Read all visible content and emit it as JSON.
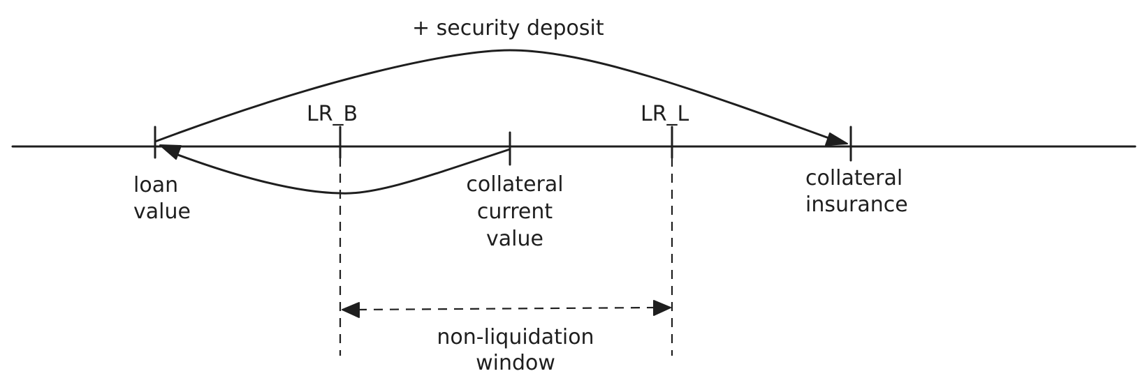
{
  "labels": {
    "security_deposit": "+ security deposit",
    "lr_b": "LR_B",
    "lr_l": "LR_L",
    "loan_value": [
      "loan",
      "value"
    ],
    "collateral_current_value": [
      "collateral",
      "current",
      "value"
    ],
    "collateral_insurance": [
      "collateral",
      "insurance"
    ],
    "non_liquidation_window": [
      "non-liquidation",
      "window"
    ]
  }
}
